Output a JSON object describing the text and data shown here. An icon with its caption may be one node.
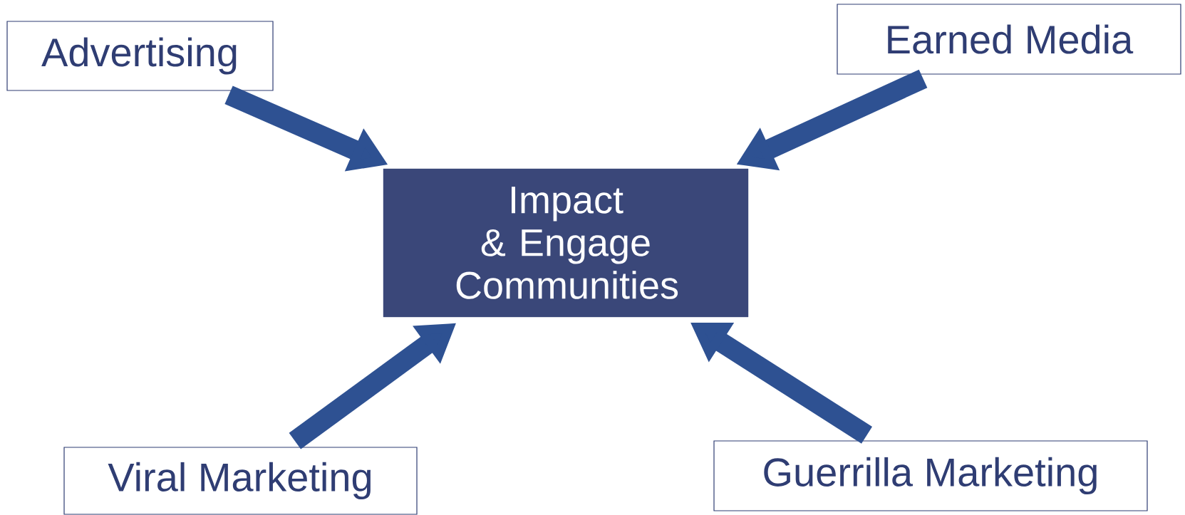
{
  "diagram": {
    "nodes": [
      {
        "text": [
          "Advertising"
        ]
      },
      {
        "text": [
          "Earned Media"
        ]
      },
      {
        "text": [
          "Viral Marketing"
        ]
      },
      {
        "text": [
          "Guerrilla Marketing"
        ]
      },
      {
        "text": [
          "Impact & Engage Communities"
        ]
      }
    ],
    "edges": [
      {
        "from": 0,
        "to": 4,
        "arrow": "to"
      },
      {
        "from": 1,
        "to": 4,
        "arrow": "to"
      },
      {
        "from": 2,
        "to": 4,
        "arrow": "to"
      },
      {
        "from": 3,
        "to": 4,
        "arrow": "to"
      }
    ]
  }
}
